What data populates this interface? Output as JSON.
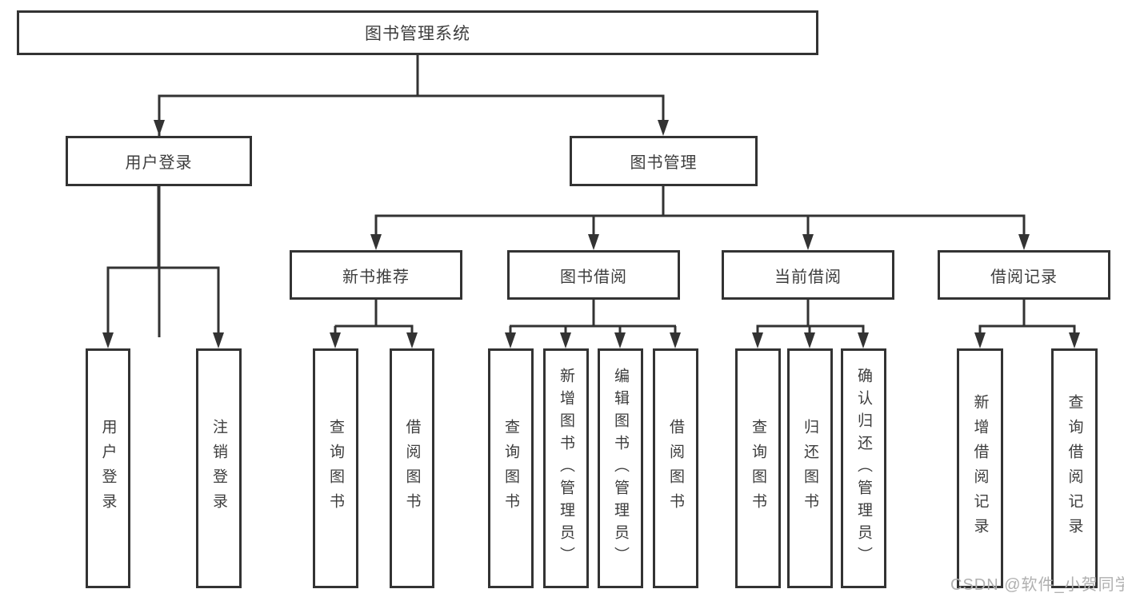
{
  "tree": {
    "label": "图书管理系统",
    "children": [
      {
        "label": "用户登录",
        "children": [
          {
            "label": "用户登录"
          },
          {
            "label": "注销登录"
          }
        ]
      },
      {
        "label": "图书管理",
        "children": [
          {
            "label": "新书推荐",
            "children": [
              {
                "label": "查询图书"
              },
              {
                "label": "借阅图书"
              }
            ]
          },
          {
            "label": "图书借阅",
            "children": [
              {
                "label": "查询图书"
              },
              {
                "label": "新增图书（管理员）"
              },
              {
                "label": "编辑图书（管理员）"
              },
              {
                "label": "借阅图书"
              }
            ]
          },
          {
            "label": "当前借阅",
            "children": [
              {
                "label": "查询图书"
              },
              {
                "label": "归还图书"
              },
              {
                "label": "确认归还（管理员）"
              }
            ]
          },
          {
            "label": "借阅记录",
            "children": [
              {
                "label": "新增借阅记录"
              },
              {
                "label": "查询借阅记录"
              }
            ]
          }
        ]
      }
    ]
  },
  "watermark": "CSDN @软件_小贺同学",
  "colors": {
    "line": "#333333",
    "node_border": "#333333",
    "node_text": "#3d3d3d",
    "watermark": "#b0b0b0",
    "background": "#ffffff"
  }
}
